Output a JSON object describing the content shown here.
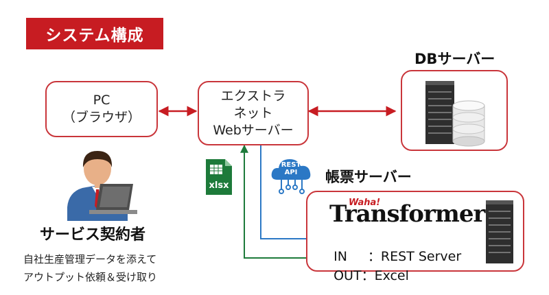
{
  "title": "システム構成",
  "nodes": {
    "pc": {
      "line1": "PC",
      "line2": "（ブラウザ）"
    },
    "web": {
      "line1": "エクストラ",
      "line2": "ネット",
      "line3": "Webサーバー"
    },
    "db": {
      "label": "DBサーバー"
    },
    "report": {
      "label": "帳票サーバー"
    }
  },
  "user": {
    "label": "サービス契約者",
    "desc_line1": "自社生産管理データを添えて",
    "desc_line2": "アウトプット依頼＆受け取り"
  },
  "xlsx_icon": {
    "label": "xlsx"
  },
  "rest_icon": {
    "line1": "REST",
    "line2": "API"
  },
  "product": {
    "brand_small": "Waha!",
    "brand_main": "Transformer"
  },
  "io": {
    "in_label": "IN",
    "in_value": "：REST Server",
    "out_label": "OUT",
    "out_value": "：Excel"
  },
  "colors": {
    "accent": "#c71c22",
    "blue_flow": "#2b78c5",
    "green_flow": "#1d7a3a"
  }
}
